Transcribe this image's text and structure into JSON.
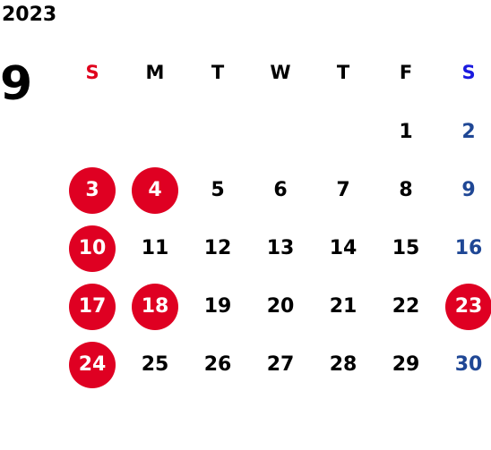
{
  "header": {
    "year": "2023",
    "month": "9"
  },
  "weekdays": [
    "S",
    "M",
    "T",
    "W",
    "T",
    "F",
    "S"
  ],
  "days": [
    "",
    "",
    "",
    "",
    "",
    "1",
    "2",
    "3",
    "4",
    "5",
    "6",
    "7",
    "8",
    "9",
    "10",
    "11",
    "12",
    "13",
    "14",
    "15",
    "16",
    "17",
    "18",
    "19",
    "20",
    "21",
    "22",
    "23",
    "24",
    "25",
    "26",
    "27",
    "28",
    "29",
    "30"
  ],
  "highlighted_days": [
    "3",
    "4",
    "10",
    "17",
    "18",
    "23",
    "24"
  ],
  "colors": {
    "highlight_circle": "#df0022",
    "sunday_header": "#e0001c",
    "saturday_header": "#1a1adf",
    "saturday_date": "#1f4795",
    "text": "#000000"
  }
}
